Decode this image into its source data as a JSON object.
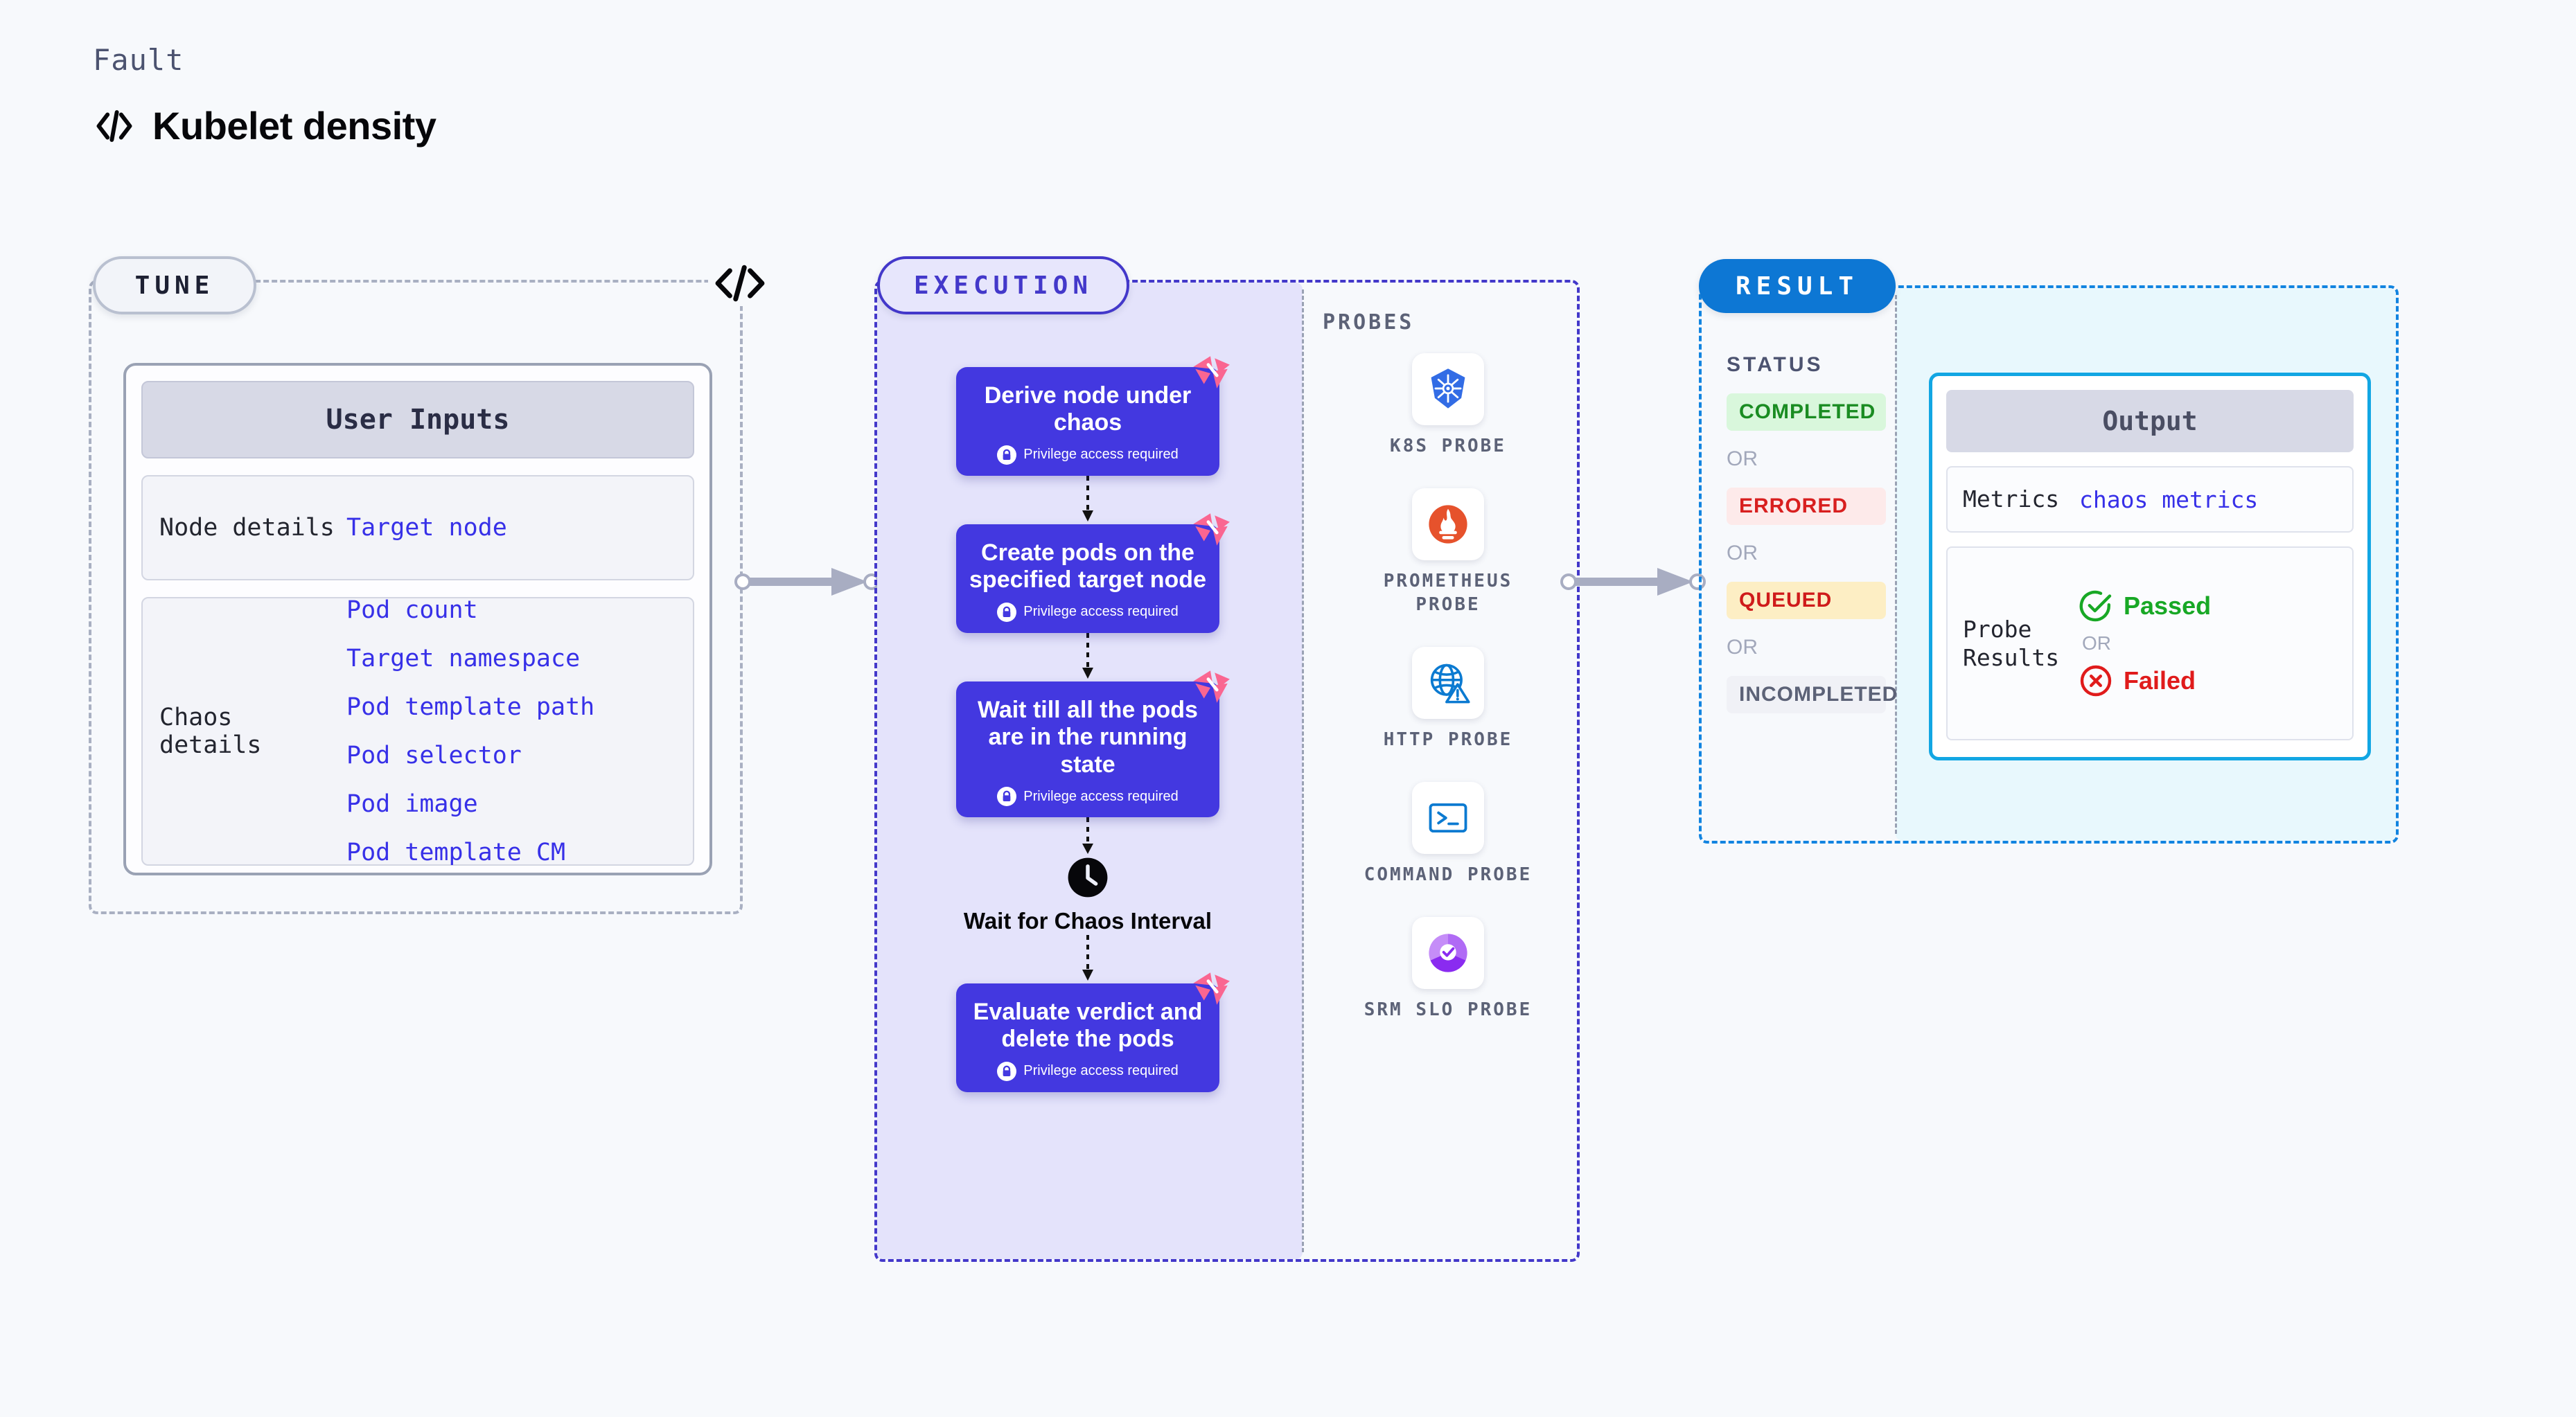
{
  "header": {
    "kicker": "Fault",
    "title": "Kubelet density",
    "icon": "code-slash-icon"
  },
  "tune": {
    "pill_label": "TUNE",
    "divider_icon": "code-slash-icon",
    "card_title": "User Inputs",
    "groups": [
      {
        "label": "Node details",
        "values": [
          "Target node"
        ]
      },
      {
        "label": "Chaos details",
        "values": [
          "Pod count",
          "Target namespace",
          "Pod template path",
          "Pod selector",
          "Pod image",
          "Pod template CM"
        ]
      }
    ]
  },
  "execution": {
    "pill_label": "EXECUTION",
    "steps": [
      {
        "title": "Derive node under chaos",
        "privilege": "Privilege access required",
        "badge": "harness-logo-icon",
        "lock": "lock-icon"
      },
      {
        "title": "Create pods on the specified target node",
        "privilege": "Privilege access required",
        "badge": "harness-logo-icon",
        "lock": "lock-icon"
      },
      {
        "title": "Wait till all the pods are in the running state",
        "privilege": "Privilege access required",
        "badge": "harness-logo-icon",
        "lock": "lock-icon"
      },
      {
        "title": "Evaluate verdict and delete the pods",
        "privilege": "Privilege access required",
        "badge": "harness-logo-icon",
        "lock": "lock-icon"
      }
    ],
    "wait_node": {
      "icon": "clock-icon",
      "label": "Wait for Chaos Interval"
    }
  },
  "probes": {
    "heading": "PROBES",
    "items": [
      {
        "label": "K8S PROBE",
        "icon": "kubernetes-icon",
        "color": "#326ce5"
      },
      {
        "label": "PROMETHEUS PROBE",
        "icon": "prometheus-flame-icon",
        "color": "#e6522c"
      },
      {
        "label": "HTTP PROBE",
        "icon": "globe-warning-icon",
        "color": "#0b7ad1"
      },
      {
        "label": "COMMAND PROBE",
        "icon": "terminal-icon",
        "color": "#0b7ad1"
      },
      {
        "label": "SRM SLO PROBE",
        "icon": "slo-donut-check-icon",
        "color": "#9b4ef5"
      }
    ]
  },
  "result": {
    "pill_label": "RESULT",
    "status_heading": "STATUS",
    "or_text": "OR",
    "statuses": [
      {
        "label": "COMPLETED",
        "color": "#1a8c22",
        "bg": "#d9f7dc"
      },
      {
        "label": "ERRORED",
        "color": "#d81f1f",
        "bg": "#fdeaea"
      },
      {
        "label": "QUEUED",
        "color": "#cf1b1b",
        "bg": "#fdeec4"
      },
      {
        "label": "INCOMPLETED",
        "color": "#5c6277",
        "bg": "#f0f1f6"
      }
    ],
    "output": {
      "title": "Output",
      "metrics_label": "Metrics",
      "metrics_value": "chaos metrics",
      "probe_results_label": "Probe Results",
      "or_text": "OR",
      "verdicts": [
        {
          "label": "Passed",
          "icon": "check-circle-icon",
          "color": "#18a825"
        },
        {
          "label": "Failed",
          "icon": "x-circle-icon",
          "color": "#e01b1b"
        }
      ]
    }
  },
  "connectors": {
    "tune_to_execution": "arrow-right-icon",
    "execution_to_result": "arrow-right-icon"
  },
  "colors": {
    "accent_indigo": "#4338ca",
    "accent_blue": "#0d77d4",
    "harness_pink": "#fa6691",
    "step_fill": "#4338e0",
    "value_blue": "#3730e8"
  }
}
